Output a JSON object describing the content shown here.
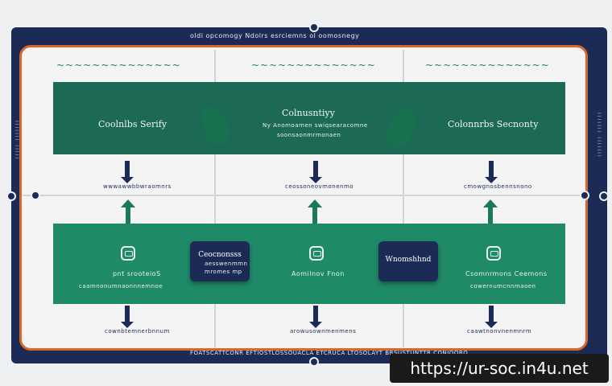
{
  "header": {
    "text": "oldi opcomogy Ndolrs esrciemns  ol oomosnegy"
  },
  "footer": {
    "text": "FOATSCATTCONR EFTIOSTLOSSOUACLA ETCRUCA LTOSOLAYT BRSUSTUNTTR CONIOORO"
  },
  "columns": [
    {
      "scribble": "~~~~~~~~~~~~~~",
      "title": "Coolnlbs Serify",
      "sub": "",
      "arrow_label": "wwwawwbbwraomnrs",
      "bottom_label": "cownbtemnerbnnum"
    },
    {
      "scribble": "~~~~~~~~~~~~~~",
      "title": "Colnusntiyy",
      "sub": "Ny Anomoamen swiqsearacomne",
      "sub2": "soonsaonmrmonaen",
      "arrow_label": "ceossoneovmonenmo",
      "bottom_label": "arowusownmenmens"
    },
    {
      "scribble": "~~~~~~~~~~~~~~",
      "title": "Colonnrbs Secnonty",
      "sub": "",
      "arrow_label": "cmowgnosbennsnono",
      "bottom_label": "caawtnonvnenmnrm"
    }
  ],
  "lower": [
    {
      "label": "pnt srooteioS",
      "sub": "caamnonumnaonnnemnoe"
    },
    {
      "label": "Aomilnov Fnon",
      "sub": ""
    },
    {
      "label": "Csomnrmons Ceemons",
      "sub": "cowernumcnnmaoen"
    }
  ],
  "cards": [
    {
      "title": "Ceocnonsss",
      "sub": "aesswenmmn",
      "sub2": "mromes mp"
    },
    {
      "title": "Wnomshhnd",
      "sub": ""
    }
  ],
  "watermark": {
    "url": "https://ur-soc.in4u.net"
  },
  "colors": {
    "navy": "#1c2b55",
    "green": "#1c6a56",
    "accent_green": "#1f8a68",
    "orange": "#d7672a"
  }
}
